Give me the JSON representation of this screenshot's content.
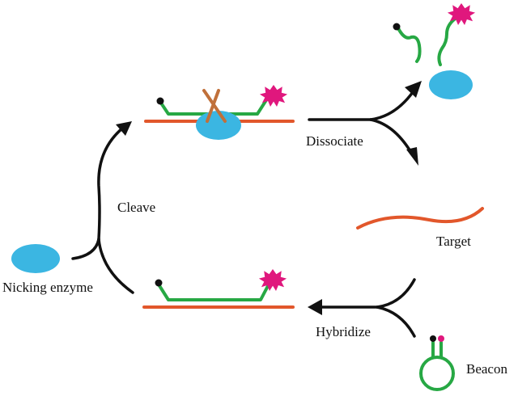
{
  "labels": {
    "dissociate": "Dissociate",
    "cleave": "Cleave",
    "target": "Target",
    "nicking_enzyme": "Nicking enzyme",
    "hybridize": "Hybridize",
    "beacon": "Beacon"
  },
  "colors": {
    "target_strand": "#e2572b",
    "probe_strand": "#27a844",
    "enzyme": "#3bb6e2",
    "fluorophore": "#e0177d",
    "quencher": "#111111",
    "cleavage_mark": "#c0703a",
    "arrow": "#111111"
  },
  "icons": {
    "fluorophore": "star-burst",
    "quencher": "dot",
    "enzyme": "ellipse",
    "cleavage_mark": "cross"
  }
}
